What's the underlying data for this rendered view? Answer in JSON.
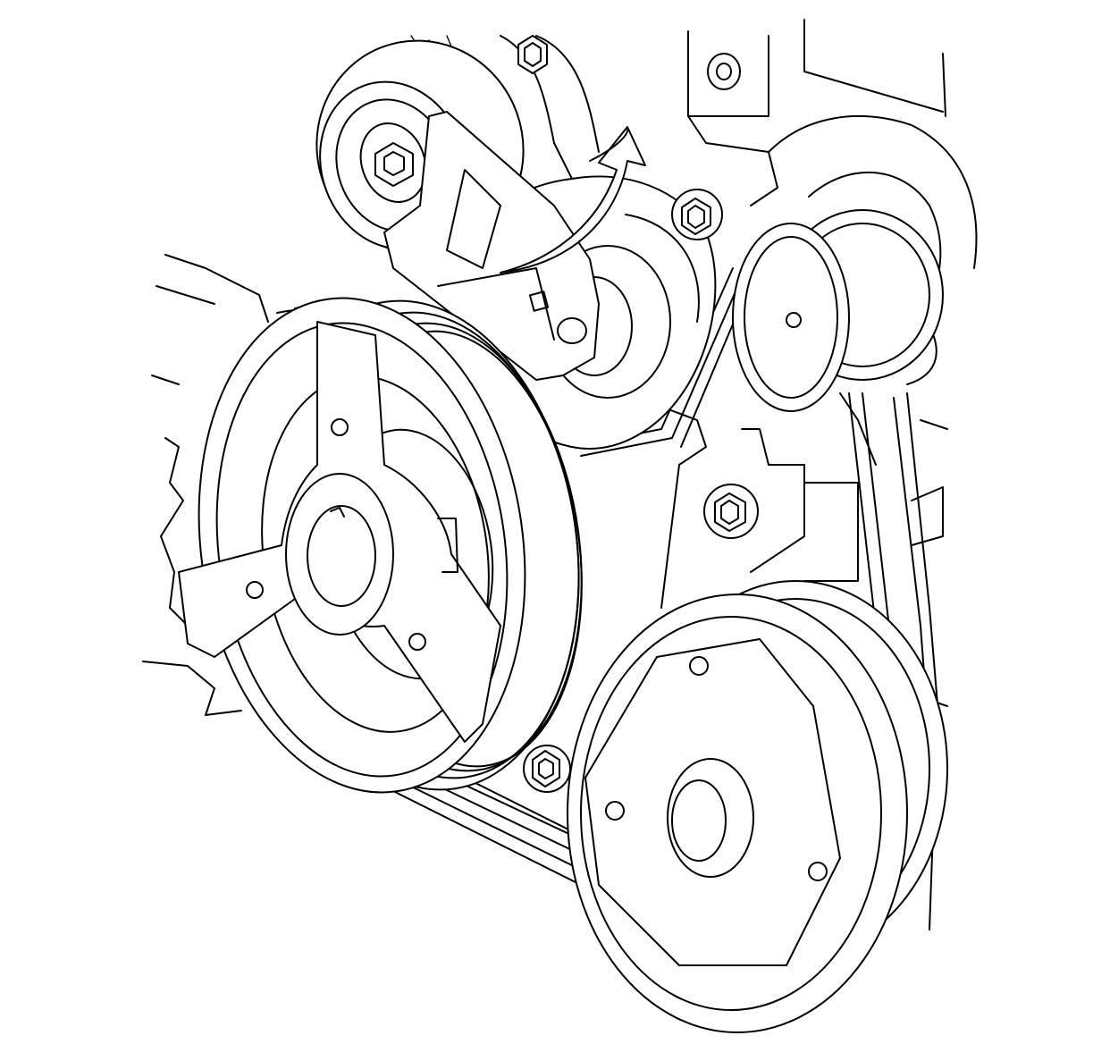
{
  "illustration": {
    "kind": "line-art",
    "line_color": "#000000",
    "background_color": "#ffffff",
    "parts": [
      "belt-tensioner-pulley",
      "tensioner-arm",
      "rotation-arrow",
      "crankshaft-balancer-pulley",
      "idler-pulley",
      "water-pump-pulley",
      "serpentine-belt",
      "mounting-bolt"
    ],
    "arrow_direction": "counterclockwise"
  }
}
